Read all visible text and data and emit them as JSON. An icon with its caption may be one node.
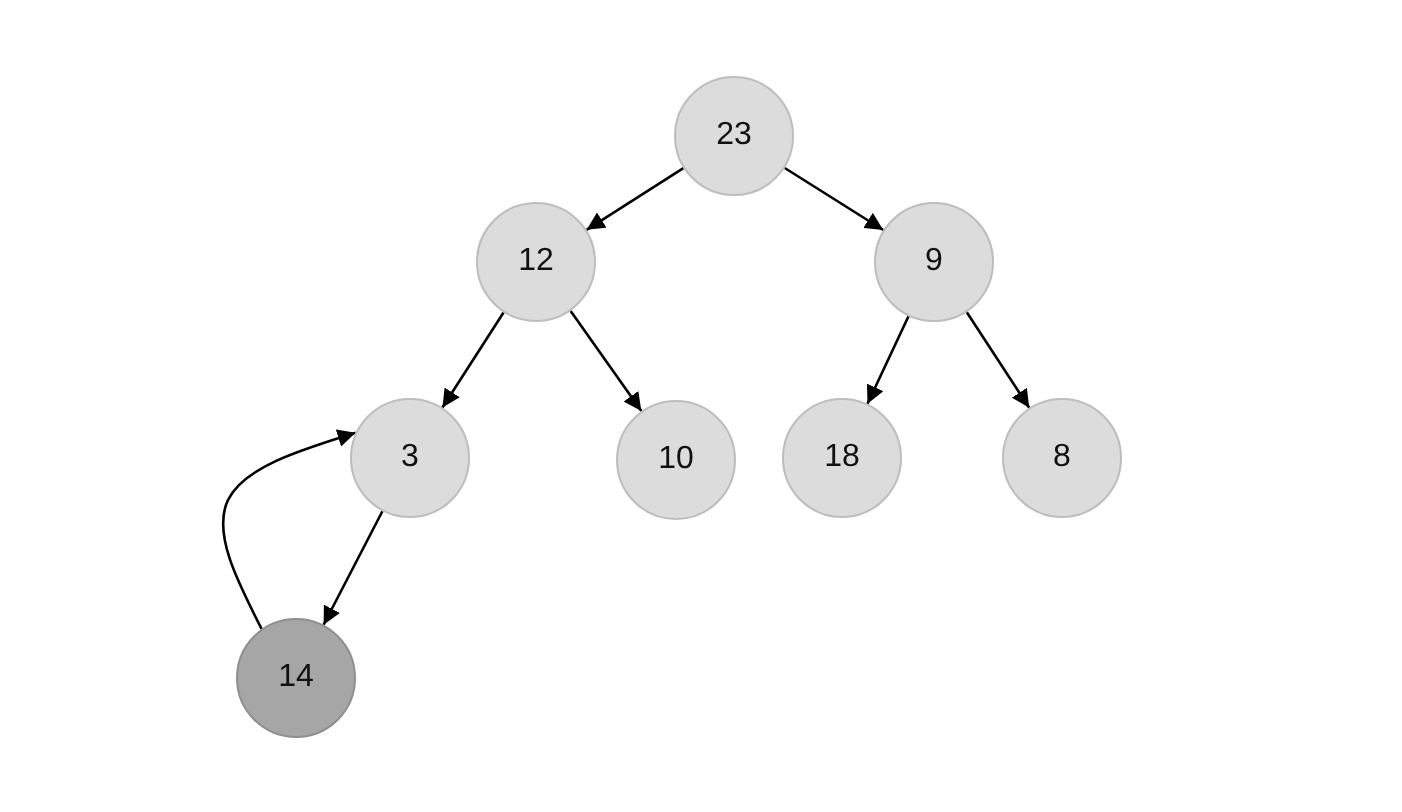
{
  "diagram": {
    "nodes": [
      {
        "text": [
          "23"
        ]
      },
      {
        "text": [
          "12"
        ]
      },
      {
        "text": [
          "9"
        ]
      },
      {
        "text": [
          "3"
        ]
      },
      {
        "text": [
          "10"
        ]
      },
      {
        "text": [
          "18"
        ]
      },
      {
        "text": [
          "8"
        ]
      },
      {
        "text": [
          "14"
        ]
      }
    ],
    "edges": [
      {
        "from": 0,
        "to": 1,
        "arrow": "to"
      },
      {
        "from": 0,
        "to": 2,
        "arrow": "to"
      },
      {
        "from": 1,
        "to": 3,
        "arrow": "to"
      },
      {
        "from": 1,
        "to": 4,
        "arrow": "to"
      },
      {
        "from": 2,
        "to": 5,
        "arrow": "to"
      },
      {
        "from": 2,
        "to": 6,
        "arrow": "to"
      },
      {
        "from": 3,
        "to": 7,
        "arrow": "to"
      },
      {
        "from": 7,
        "to": 3,
        "arrow": "to"
      }
    ]
  }
}
